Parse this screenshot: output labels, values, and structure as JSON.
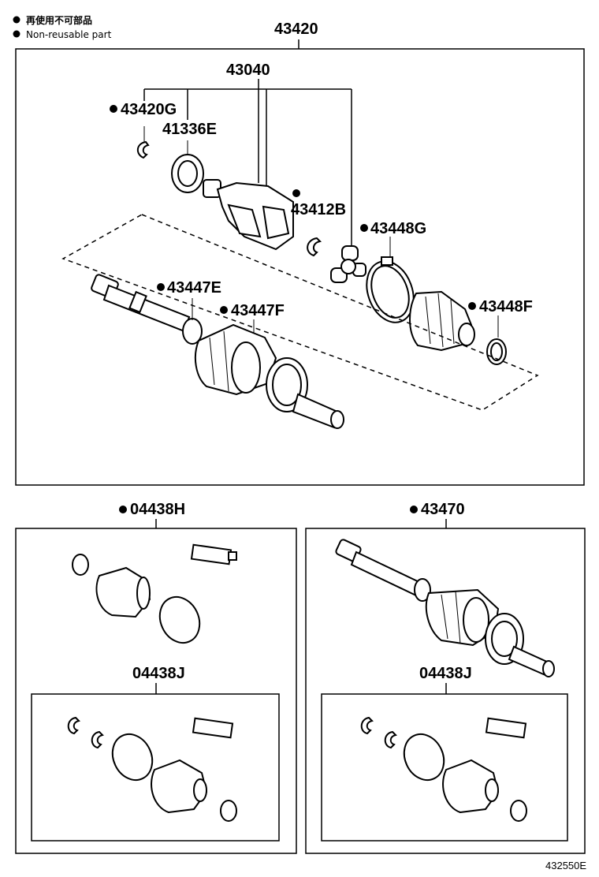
{
  "legend": {
    "line1_text": "再使用不可部品",
    "line2_text": "Non-reusable part",
    "bullet": "●"
  },
  "labels": {
    "assembly_main": "43420",
    "joint_inboard": "43040",
    "snap_ring": "43420G",
    "dust_deflector": "41336E",
    "snap_ring_2": "43412B",
    "boot_clamp_g": "43448G",
    "boot_clamp_e": "43447E",
    "boot_clamp_f_outer": "43447F",
    "boot_clamp_f_inner": "43448F",
    "boot_kit_h": "04438H",
    "boot_kit_j_left": "04438J",
    "outboard_joint": "43470",
    "boot_kit_j_right": "04438J"
  },
  "bullets": {
    "snap_ring": true,
    "snap_ring_2": true,
    "boot_clamp_g": true,
    "boot_clamp_e": true,
    "boot_clamp_f_outer": true,
    "boot_clamp_f_inner": true,
    "boot_kit_h": true,
    "outboard_joint": true
  },
  "footer": {
    "reference_code": "432550E"
  },
  "colors": {
    "line": "#000000",
    "background": "#ffffff"
  }
}
